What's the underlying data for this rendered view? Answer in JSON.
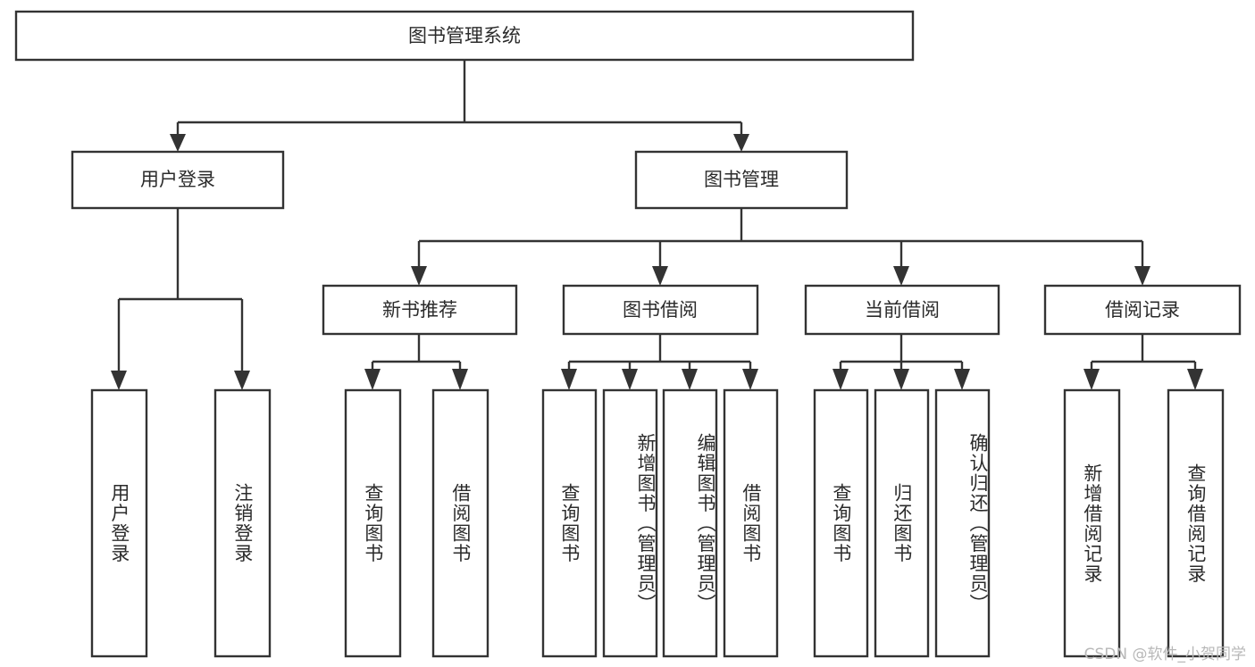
{
  "diagram": {
    "title": "图书管理系统",
    "type": "hierarchy-tree",
    "style": {
      "box_fill": "#ffffff",
      "box_stroke": "#333333",
      "text_color": "#2b2b2b",
      "background": "#ffffff",
      "watermark_color": "#b8b8b8"
    },
    "root": {
      "label": "图书管理系统"
    },
    "level2": [
      {
        "label": "用户登录"
      },
      {
        "label": "图书管理"
      }
    ],
    "level3": [
      {
        "label": "新书推荐"
      },
      {
        "label": "图书借阅"
      },
      {
        "label": "当前借阅"
      },
      {
        "label": "借阅记录"
      }
    ],
    "leaves": {
      "user_login": [
        {
          "label": "用户登录"
        },
        {
          "label": "注销登录"
        }
      ],
      "new_book_recommend": [
        {
          "label": "查询图书"
        },
        {
          "label": "借阅图书"
        }
      ],
      "book_borrow": [
        {
          "label": "查询图书"
        },
        {
          "label": "新增图书（管理员）"
        },
        {
          "label": "编辑图书（管理员）"
        },
        {
          "label": "借阅图书"
        }
      ],
      "current_borrow": [
        {
          "label": "查询图书"
        },
        {
          "label": "归还图书"
        },
        {
          "label": "确认归还（管理员）"
        }
      ],
      "borrow_record": [
        {
          "label": "新增借阅记录"
        },
        {
          "label": "查询借阅记录"
        }
      ]
    },
    "watermark": "CSDN @软件_小贺同学"
  }
}
